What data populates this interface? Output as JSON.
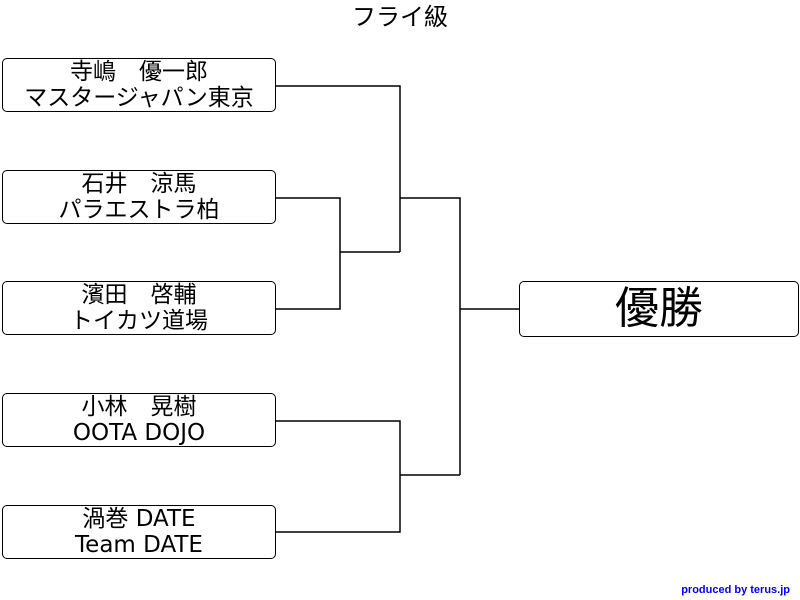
{
  "title": "フライ級",
  "entries": [
    {
      "name": "寺嶋　優一郎",
      "team": "マスタージャパン東京"
    },
    {
      "name": "石井　涼馬",
      "team": "パラエストラ柏"
    },
    {
      "name": "濱田　啓輔",
      "team": "トイカツ道場"
    },
    {
      "name": "小林　晃樹",
      "team": "OOTA DOJO"
    },
    {
      "name": "渦巻 DATE",
      "team": "Team DATE"
    }
  ],
  "winner_label": "優勝",
  "credit": "produced by terus.jp"
}
